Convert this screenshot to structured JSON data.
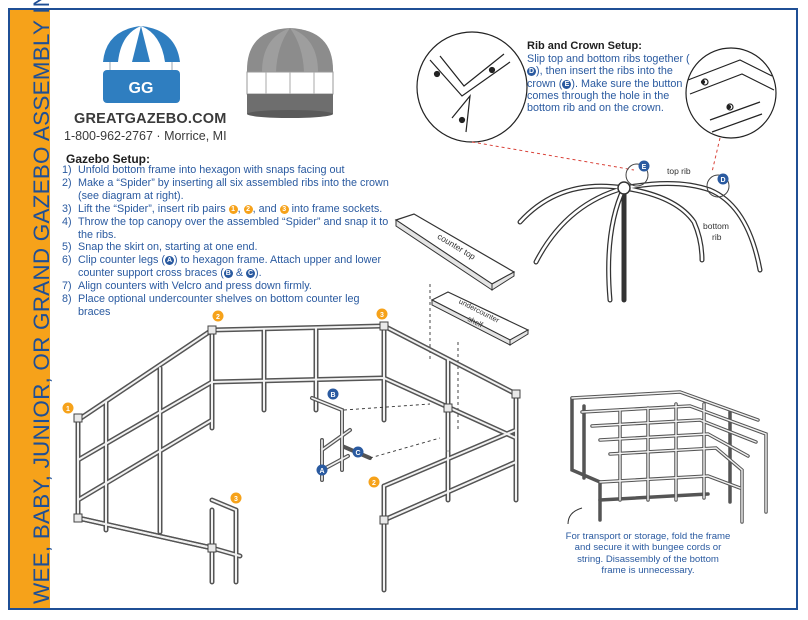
{
  "sidebar": {
    "title": "WEE, BABY, JUNIOR, OR GRAND GAZEBO ASSEMBLY INSTRUCTIONS"
  },
  "brand": {
    "name": "GREATGAZEBO.COM",
    "contact": "1-800-962-2767 · Morrice, MI",
    "logo_text": "GG"
  },
  "setup": {
    "title": "Gazebo Setup:",
    "steps": [
      {
        "num": "1)",
        "parts": [
          {
            "text": "Unfold bottom frame into hexagon with snaps facing out"
          }
        ]
      },
      {
        "num": "2)",
        "parts": [
          {
            "text": "Make a “Spider” by inserting all six assembled ribs into the crown (see diagram at right)."
          }
        ]
      },
      {
        "num": "3)",
        "parts": [
          {
            "text": "Lift the “Spider”, insert rib pairs "
          },
          {
            "badge": "1",
            "tone": "o"
          },
          {
            "text": ", "
          },
          {
            "badge": "2",
            "tone": "o"
          },
          {
            "text": ", and "
          },
          {
            "badge": "3",
            "tone": "o"
          },
          {
            "text": " into frame sockets."
          }
        ]
      },
      {
        "num": "4)",
        "parts": [
          {
            "text": "Throw the top canopy over the assembled “Spider” and snap it to the ribs."
          }
        ]
      },
      {
        "num": "5)",
        "parts": [
          {
            "text": "Snap the skirt on, starting at one end."
          }
        ]
      },
      {
        "num": "6)",
        "parts": [
          {
            "text": "Clip counter legs ("
          },
          {
            "badge": "A",
            "tone": "b"
          },
          {
            "text": ") to hexagon frame. Attach upper and lower counter support cross braces ("
          },
          {
            "badge": "B",
            "tone": "b"
          },
          {
            "text": " & "
          },
          {
            "badge": "C",
            "tone": "b"
          },
          {
            "text": ")."
          }
        ]
      },
      {
        "num": "7)",
        "parts": [
          {
            "text": "Align counters with Velcro and press down firmly."
          }
        ]
      },
      {
        "num": "8)",
        "parts": [
          {
            "text": "Place optional undercounter shelves on bottom counter leg braces"
          }
        ]
      }
    ]
  },
  "rib": {
    "title": "Rib and Crown Setup:",
    "parts": [
      {
        "text": "Slip top and bottom ribs together ("
      },
      {
        "badge": "D",
        "tone": "b"
      },
      {
        "text": "), then insert the ribs into the crown ("
      },
      {
        "badge": "E",
        "tone": "b"
      },
      {
        "text": "). Make sure the button comes through the hole in the bottom rib and on the crown."
      }
    ]
  },
  "labels": {
    "top_rib": "top rib",
    "bottom_rib_1": "bottom",
    "bottom_rib_2": "rib",
    "counter_top": "counter top",
    "undercounter_1": "undercounter",
    "undercounter_2": "shelf",
    "marker_e": "E",
    "marker_d": "D",
    "callout_1": "1",
    "callout_2": "2",
    "callout_3": "3",
    "callout_a": "A",
    "callout_b": "B",
    "callout_c": "C"
  },
  "transport": {
    "text": "For transport or storage, fold the frame and secure it with bungee cords or string. Disassembly of the bottom frame is unnecessary."
  },
  "colors": {
    "navy": "#1f4f95",
    "blue_text": "#2a5aa0",
    "orange": "#f6a21a",
    "frame": "#7d7d7d"
  }
}
